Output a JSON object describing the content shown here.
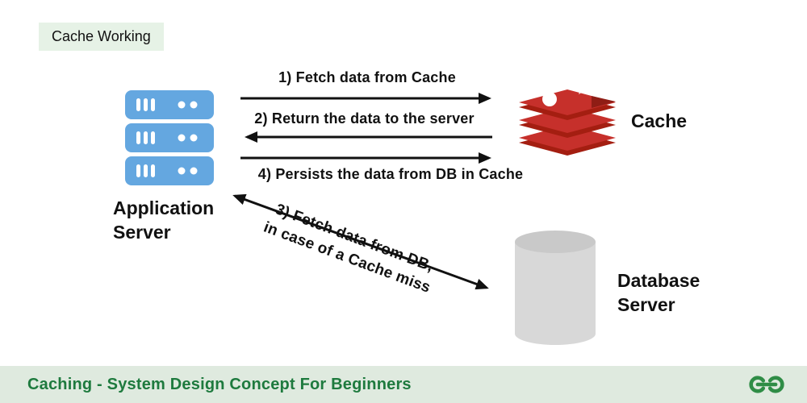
{
  "title": "Cache Working",
  "nodes": {
    "app_server": {
      "label": "Application\nServer",
      "icon": "server-stack-icon"
    },
    "cache": {
      "label": "Cache",
      "icon": "redis-cache-icon"
    },
    "database": {
      "label": "Database\nServer",
      "icon": "database-cylinder-icon"
    }
  },
  "arrows": [
    {
      "id": 1,
      "label": "1) Fetch data from Cache",
      "from": "app_server",
      "to": "cache",
      "direction": "right"
    },
    {
      "id": 2,
      "label": "2) Return the data to the server",
      "from": "cache",
      "to": "app_server",
      "direction": "left"
    },
    {
      "id": 4,
      "label": "4) Persists the data from DB in Cache",
      "from": "app_server",
      "to": "cache",
      "direction": "right"
    },
    {
      "id": 3,
      "label": "3) Fetch data from DB,\nin case of a Cache miss",
      "from": "app_server",
      "to": "database",
      "direction": "both"
    }
  ],
  "footer": {
    "caption": "Caching - System Design Concept For Beginners",
    "logo": "geeksforgeeks-logo"
  },
  "colors": {
    "brand_green": "#2f8d46",
    "footer_text_green": "#1e7a3e",
    "footer_bg": "#dfeadf",
    "badge_bg": "#e6f2e6",
    "server_blue": "#64a7e0",
    "redis_red": "#c6302b",
    "redis_dark_red": "#a41e11",
    "db_gray": "#d8d8d8",
    "arrow_black": "#111111"
  }
}
